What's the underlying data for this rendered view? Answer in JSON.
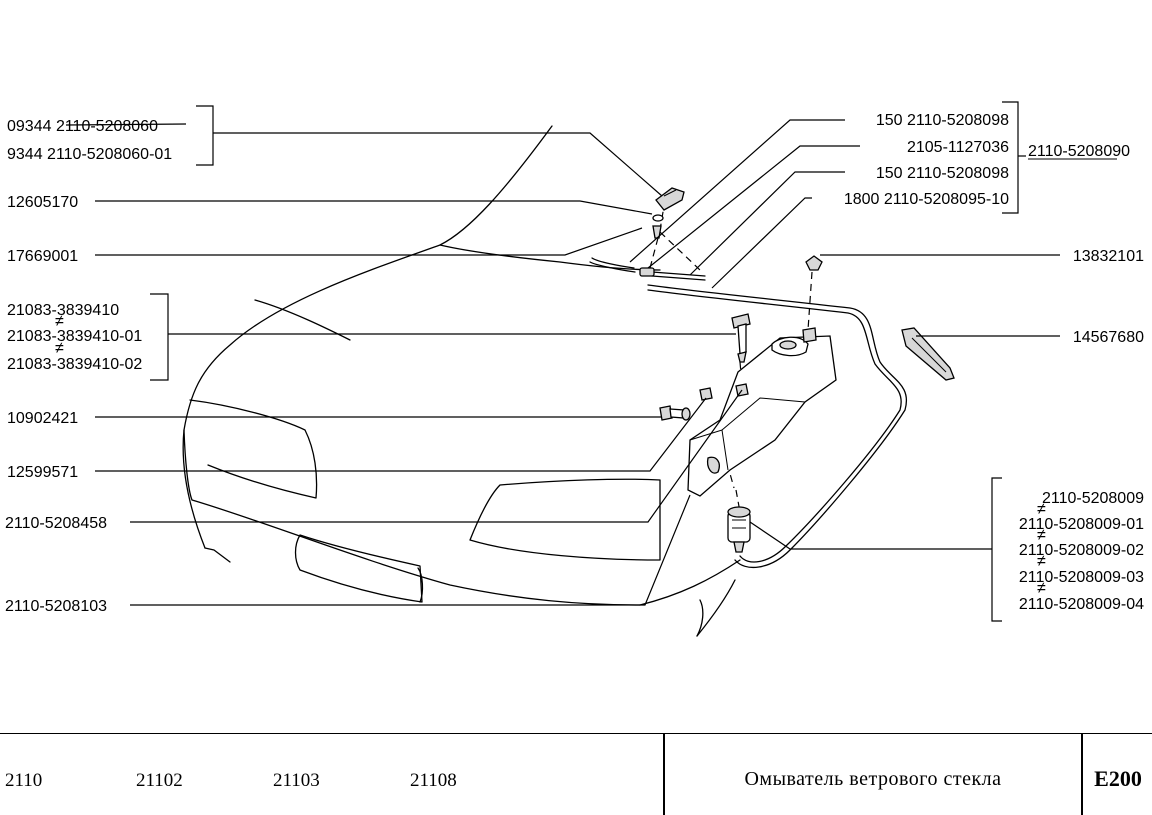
{
  "labels": {
    "left_group1": [
      "09344  2110-5208060",
      "9344   2110-5208060-01"
    ],
    "p12605170": "12605170",
    "p17669001": "17669001",
    "left_group2": [
      "21083-3839410",
      "21083-3839410-01",
      "21083-3839410-02"
    ],
    "p10902421": "10902421",
    "p12599571": "12599571",
    "p2110_5208458": "2110-5208458",
    "p2110_5208103": "2110-5208103",
    "right_hoses": [
      "150  2110-5208098",
      "2105-1127036",
      "150  2110-5208098",
      "1800  2110-5208095-10"
    ],
    "hose_assembly": "2110-5208090",
    "p13832101": "13832101",
    "p14567680": "14567680",
    "pump_group": [
      "2110-5208009",
      "2110-5208009-01",
      "2110-5208009-02",
      "2110-5208009-03",
      "2110-5208009-04"
    ]
  },
  "footer": {
    "models": [
      "2110",
      "21102",
      "21103",
      "21108"
    ],
    "title": "Омыватель ветрового стекла",
    "code": "E200"
  }
}
